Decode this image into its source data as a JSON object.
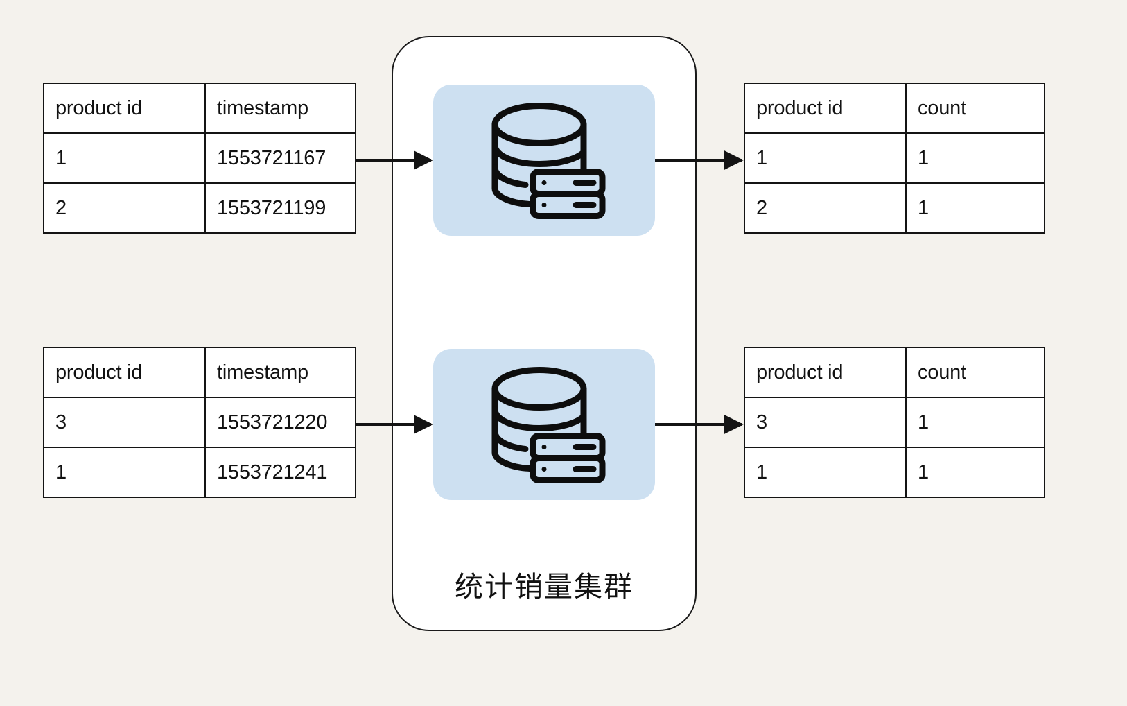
{
  "background_color": "#f4f2ed",
  "accent_color": "#cde0f1",
  "line_color": "#141414",
  "cluster": {
    "label": "统计销量集群",
    "nodes": [
      {
        "icon": "database-server-icon"
      },
      {
        "icon": "database-server-icon"
      }
    ]
  },
  "tables": {
    "input_top": {
      "title": "input-table-top",
      "headers": [
        "product id",
        "timestamp"
      ],
      "rows": [
        [
          "1",
          "1553721167"
        ],
        [
          "2",
          "1553721199"
        ]
      ]
    },
    "input_bottom": {
      "title": "input-table-bottom",
      "headers": [
        "product id",
        "timestamp"
      ],
      "rows": [
        [
          "3",
          "1553721220"
        ],
        [
          "1",
          "1553721241"
        ]
      ]
    },
    "output_top": {
      "title": "output-table-top",
      "headers": [
        "product id",
        "count"
      ],
      "rows": [
        [
          "1",
          "1"
        ],
        [
          "2",
          "1"
        ]
      ]
    },
    "output_bottom": {
      "title": "output-table-bottom",
      "headers": [
        "product id",
        "count"
      ],
      "rows": [
        [
          "3",
          "1"
        ],
        [
          "1",
          "1"
        ]
      ]
    }
  },
  "arrows": [
    {
      "name": "arrow-input-top-to-node-1",
      "direction": "right"
    },
    {
      "name": "arrow-node-1-to-output-top",
      "direction": "right"
    },
    {
      "name": "arrow-input-bottom-to-node-2",
      "direction": "right"
    },
    {
      "name": "arrow-node-2-to-output-bottom",
      "direction": "right"
    }
  ]
}
